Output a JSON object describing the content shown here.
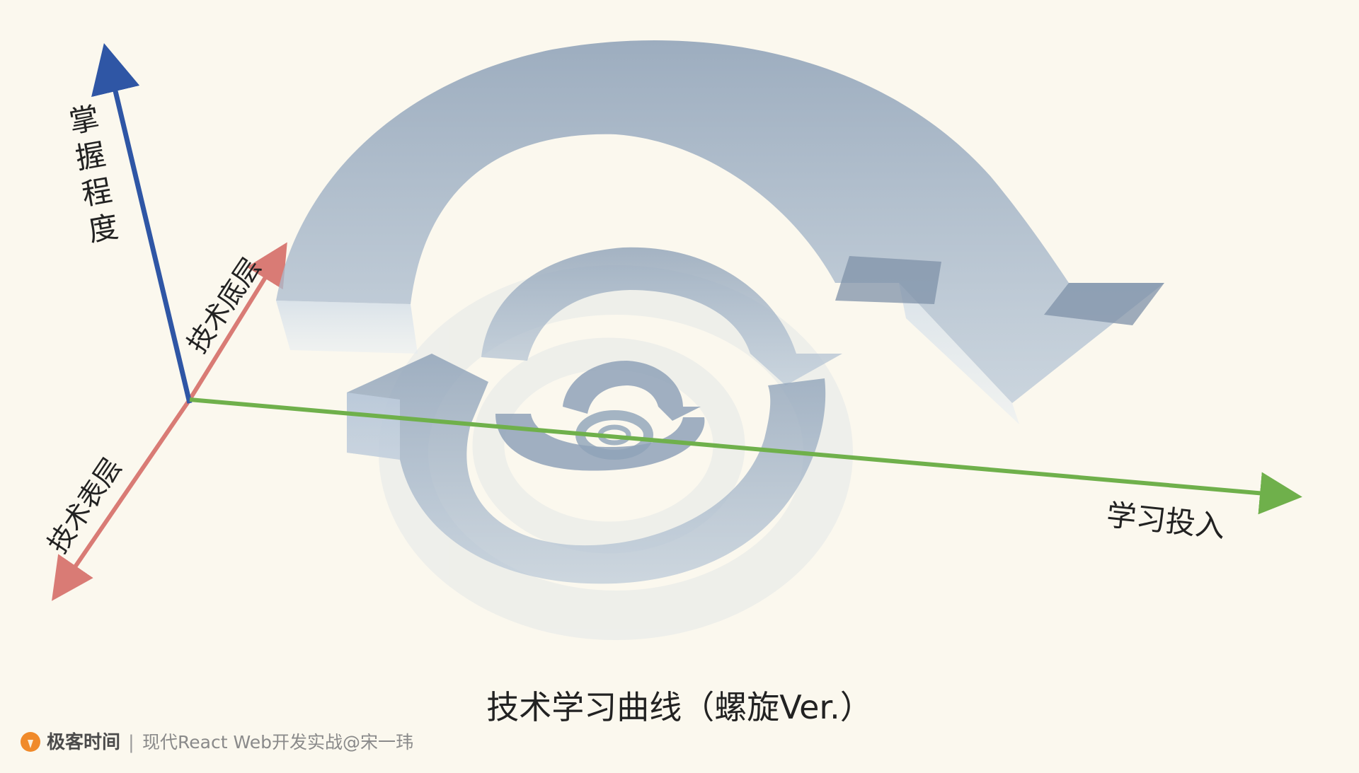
{
  "diagram": {
    "title": "技术学习曲线（螺旋Ver.）",
    "axes": {
      "vertical_label": "掌握程度",
      "horizontal_label": "学习投入",
      "depth_back_label": "技术底层",
      "depth_front_label": "技术表层"
    },
    "colors": {
      "background": "#fbf8ee",
      "vertical_axis": "#2f56a5",
      "horizontal_axis": "#6fb04b",
      "depth_axis": "#d97b75",
      "spiral_top": "#8fa2b8",
      "spiral_side": "#b9c8d8",
      "text": "#222222"
    }
  },
  "footer": {
    "brand": "极客时间",
    "separator": "|",
    "course": "现代React Web开发实战@宋一玮",
    "brand_icon": "geektime-logo-icon"
  }
}
